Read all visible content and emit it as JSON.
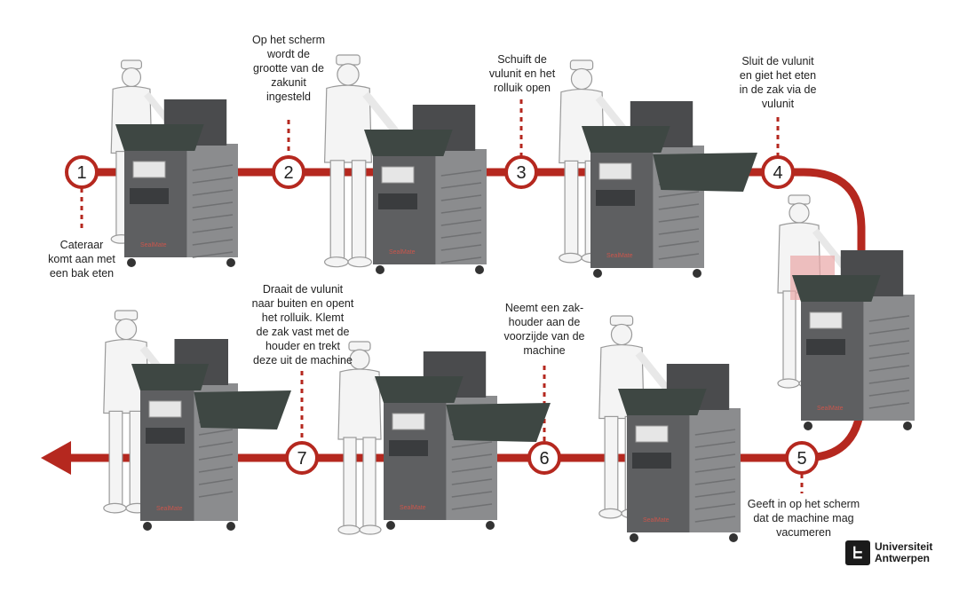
{
  "colors": {
    "track": "#b5281f",
    "machine_dark": "#5e5f61",
    "machine_light": "#8b8c8e",
    "tray": "#3e4743",
    "figure_line": "#9a9a9a"
  },
  "steps": [
    {
      "number": "1",
      "text": "Cateraar\nkomt aan met\neen bak eten"
    },
    {
      "number": "2",
      "text": "Op het scherm\nwordt de\ngrootte van de\nzakunit\ningesteld"
    },
    {
      "number": "3",
      "text": "Schuift de\nvulunit en het\nrolluik open"
    },
    {
      "number": "4",
      "text": "Sluit de vulunit\nen giet het eten\nin de zak via de\nvulunit"
    },
    {
      "number": "5",
      "text": "Geeft in op het scherm\ndat de machine mag\nvacumeren"
    },
    {
      "number": "6",
      "text": "Neemt een zak-\nhouder aan de\nvoorzijde van de\nmachine"
    },
    {
      "number": "7",
      "text": "Draait de vulunit\nnaar buiten en opent\nhet rolluik. Klemt\nde zak vast met de\nhouder en trekt\ndeze uit de machine"
    }
  ],
  "logo": {
    "mark_icon": "universiteit-antwerpen-logo-icon",
    "line1": "Universiteit",
    "line2": "Antwerpen"
  },
  "machine_brand": "SealMate"
}
